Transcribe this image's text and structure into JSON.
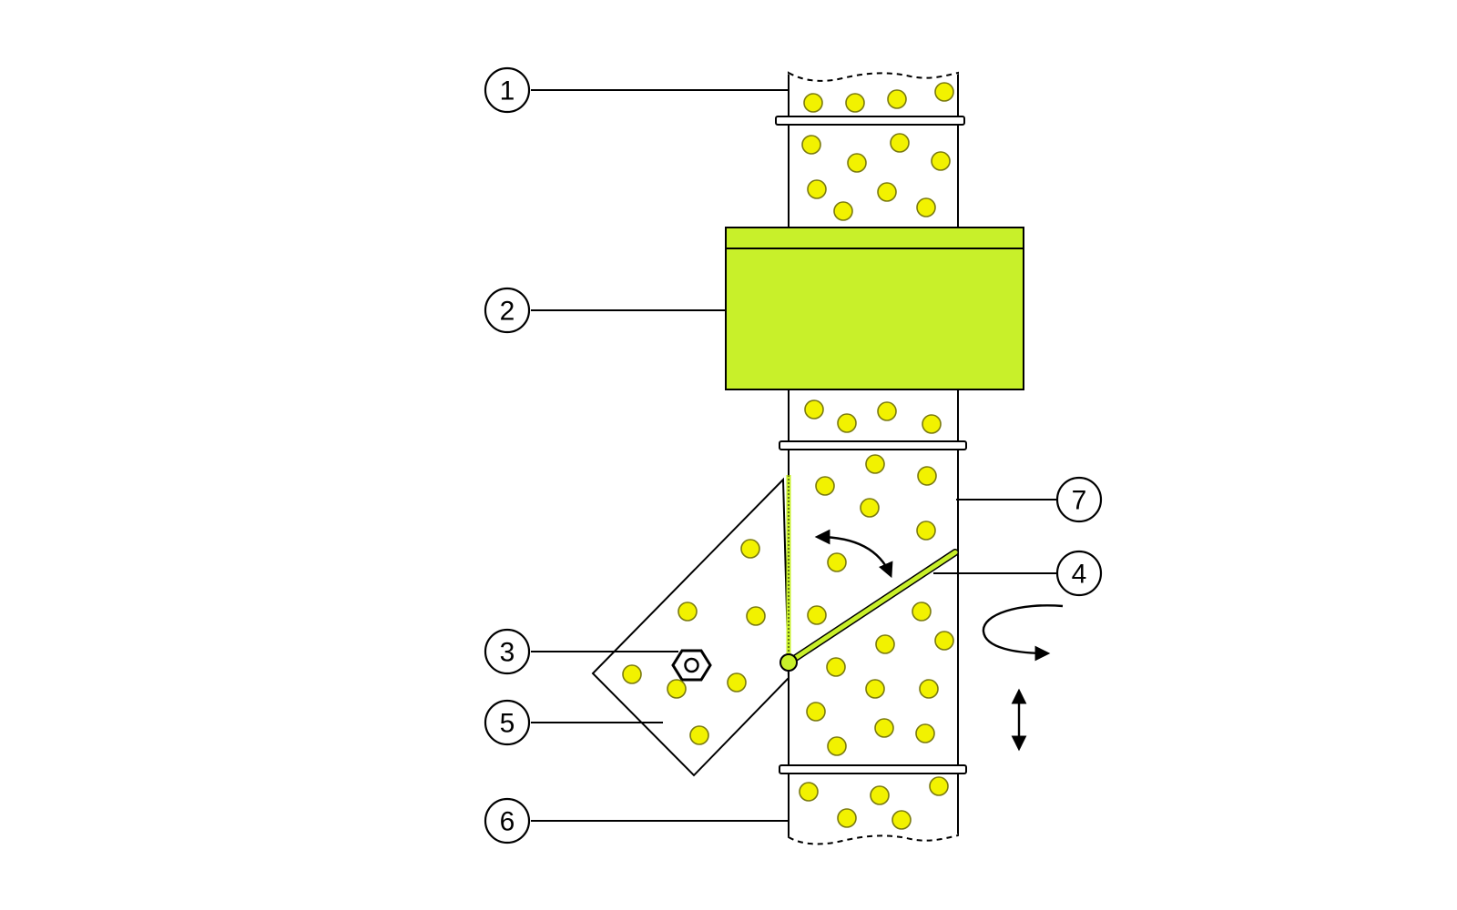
{
  "callouts": [
    {
      "label": "1"
    },
    {
      "label": "2"
    },
    {
      "label": "3"
    },
    {
      "label": "4"
    },
    {
      "label": "5"
    },
    {
      "label": "6"
    },
    {
      "label": "7"
    }
  ],
  "colors": {
    "particle_fill": "#f2f200",
    "analyzer_fill": "#c8f02a",
    "flap_fill": "#c8f02a",
    "line": "#000000",
    "background": "#ffffff"
  },
  "icons": {
    "rotation_arrow": "curved-rotate-arrow-icon",
    "vertical_arrow": "up-down-arrow-icon",
    "swing_arrow": "curved-double-arrow-icon",
    "nut": "hex-nut-icon",
    "pivot": "pivot-dot-icon"
  }
}
